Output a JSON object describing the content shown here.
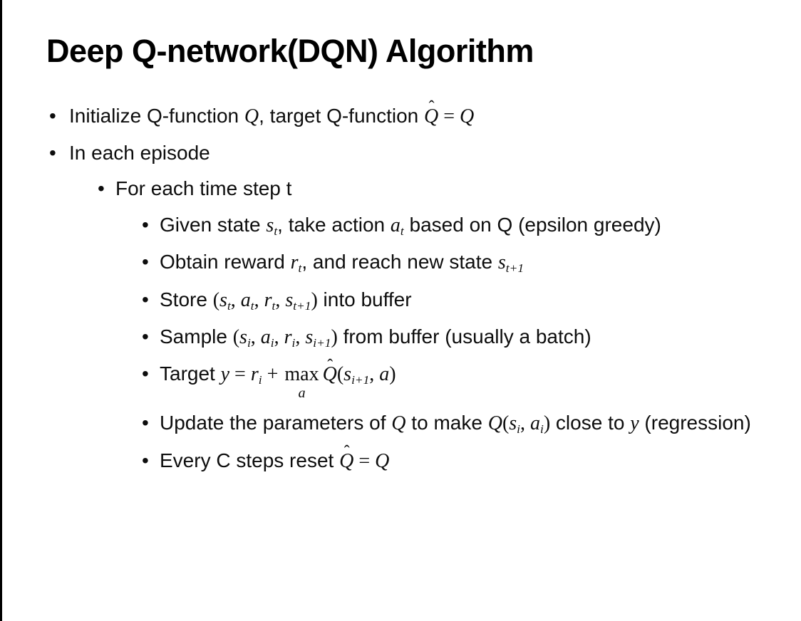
{
  "slide": {
    "background": "#ffffff",
    "border_color": "#000000",
    "text_color": "#0d0d0d",
    "bullet_glyph": "•",
    "hat_glyph": "ˆ",
    "title": "Deep Q-network(DQN) Algorithm",
    "bullets": [
      {
        "level": 1,
        "runs": [
          {
            "s": "plain",
            "t": "Initialize Q-function "
          },
          {
            "s": "var",
            "t": "Q"
          },
          {
            "s": "plain",
            "t": ", target Q-function "
          },
          {
            "s": "hat",
            "t": "Q"
          },
          {
            "s": "math",
            "t": " = "
          },
          {
            "s": "var",
            "t": "Q"
          }
        ]
      },
      {
        "level": 1,
        "runs": [
          {
            "s": "plain",
            "t": "In each episode"
          }
        ]
      },
      {
        "level": 2,
        "runs": [
          {
            "s": "plain",
            "t": "For each time step t"
          }
        ]
      },
      {
        "level": 3,
        "runs": [
          {
            "s": "plain",
            "t": "Given state "
          },
          {
            "s": "var",
            "t": "s"
          },
          {
            "s": "sub",
            "t": "t"
          },
          {
            "s": "plain",
            "t": ", take action "
          },
          {
            "s": "var",
            "t": "a"
          },
          {
            "s": "sub",
            "t": "t"
          },
          {
            "s": "plain",
            "t": " based on Q (epsilon greedy)"
          }
        ]
      },
      {
        "level": 3,
        "runs": [
          {
            "s": "plain",
            "t": "Obtain reward "
          },
          {
            "s": "var",
            "t": "r"
          },
          {
            "s": "sub",
            "t": "t"
          },
          {
            "s": "plain",
            "t": ", and reach new state "
          },
          {
            "s": "var",
            "t": "s"
          },
          {
            "s": "sub",
            "t": "t+1"
          }
        ]
      },
      {
        "level": 3,
        "runs": [
          {
            "s": "plain",
            "t": "Store "
          },
          {
            "s": "math",
            "t": "("
          },
          {
            "s": "var",
            "t": "s"
          },
          {
            "s": "sub",
            "t": "t"
          },
          {
            "s": "math",
            "t": ", "
          },
          {
            "s": "var",
            "t": "a"
          },
          {
            "s": "sub",
            "t": "t"
          },
          {
            "s": "math",
            "t": ", "
          },
          {
            "s": "var",
            "t": "r"
          },
          {
            "s": "sub",
            "t": "t"
          },
          {
            "s": "math",
            "t": ", "
          },
          {
            "s": "var",
            "t": "s"
          },
          {
            "s": "sub",
            "t": "t+1"
          },
          {
            "s": "math",
            "t": ")"
          },
          {
            "s": "plain",
            "t": " into buffer"
          }
        ]
      },
      {
        "level": 3,
        "runs": [
          {
            "s": "plain",
            "t": "Sample "
          },
          {
            "s": "math",
            "t": "("
          },
          {
            "s": "var",
            "t": "s"
          },
          {
            "s": "sub",
            "t": "i"
          },
          {
            "s": "math",
            "t": ", "
          },
          {
            "s": "var",
            "t": "a"
          },
          {
            "s": "sub",
            "t": "i"
          },
          {
            "s": "math",
            "t": ", "
          },
          {
            "s": "var",
            "t": "r"
          },
          {
            "s": "sub",
            "t": "i"
          },
          {
            "s": "math",
            "t": ", "
          },
          {
            "s": "var",
            "t": "s"
          },
          {
            "s": "sub",
            "t": "i+1"
          },
          {
            "s": "math",
            "t": ")"
          },
          {
            "s": "plain",
            "t": " from buffer (usually a batch)"
          }
        ]
      },
      {
        "level": 3,
        "runs": [
          {
            "s": "plain",
            "t": "Target "
          },
          {
            "s": "var",
            "t": "y"
          },
          {
            "s": "math",
            "t": " = "
          },
          {
            "s": "var",
            "t": "r"
          },
          {
            "s": "sub",
            "t": "i"
          },
          {
            "s": "math",
            "t": " + "
          },
          {
            "s": "munder",
            "t": "max",
            "b": "a"
          },
          {
            "s": "hat",
            "t": "Q"
          },
          {
            "s": "math",
            "t": "("
          },
          {
            "s": "var",
            "t": "s"
          },
          {
            "s": "sub",
            "t": "i+1"
          },
          {
            "s": "math",
            "t": ", "
          },
          {
            "s": "var",
            "t": "a"
          },
          {
            "s": "math",
            "t": ")"
          }
        ]
      },
      {
        "level": 3,
        "runs": [
          {
            "s": "plain",
            "t": "Update the parameters of "
          },
          {
            "s": "var",
            "t": "Q"
          },
          {
            "s": "plain",
            "t": " to make "
          },
          {
            "s": "var",
            "t": "Q"
          },
          {
            "s": "math",
            "t": "("
          },
          {
            "s": "var",
            "t": "s"
          },
          {
            "s": "sub",
            "t": "i"
          },
          {
            "s": "math",
            "t": ", "
          },
          {
            "s": "var",
            "t": "a"
          },
          {
            "s": "sub",
            "t": "i"
          },
          {
            "s": "math",
            "t": ")"
          },
          {
            "s": "plain",
            "t": " close to "
          },
          {
            "s": "var",
            "t": "y"
          },
          {
            "s": "plain",
            "t": " (regression)"
          }
        ]
      },
      {
        "level": 3,
        "runs": [
          {
            "s": "plain",
            "t": "Every C steps reset "
          },
          {
            "s": "hat",
            "t": "Q"
          },
          {
            "s": "math",
            "t": " = "
          },
          {
            "s": "var",
            "t": "Q"
          }
        ]
      }
    ]
  }
}
